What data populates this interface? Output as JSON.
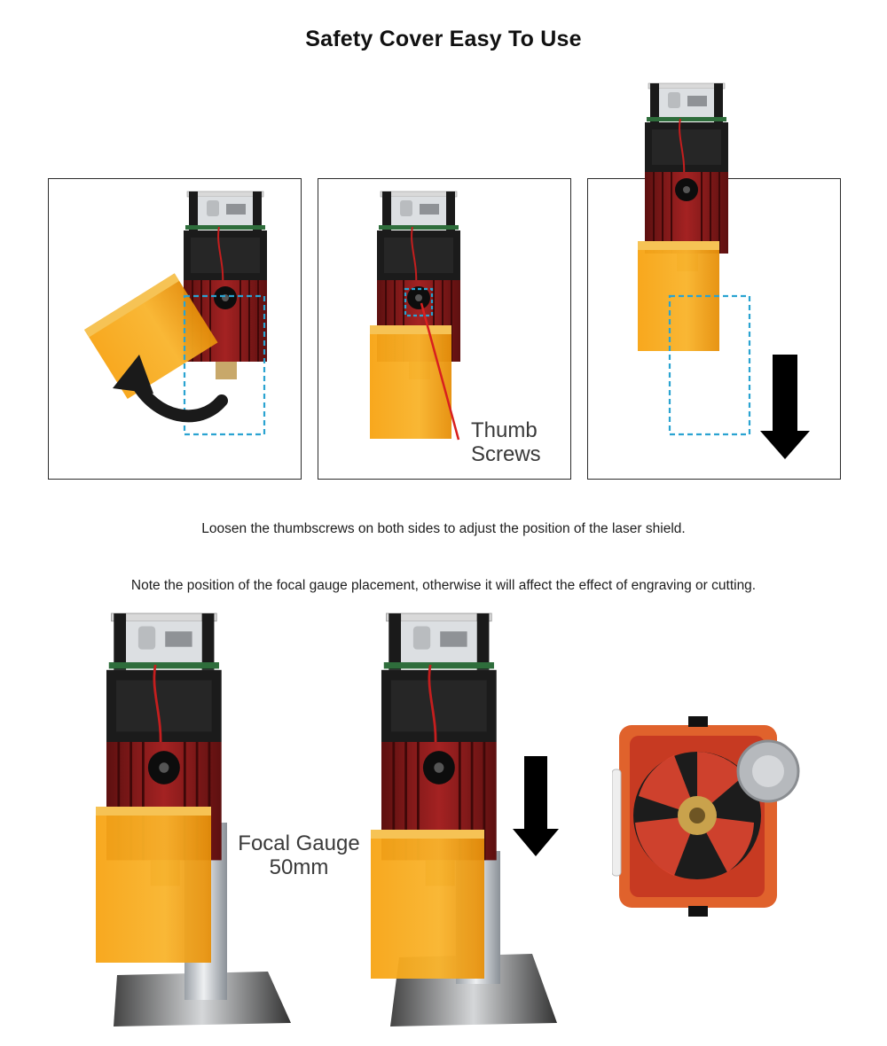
{
  "page": {
    "title": "Safety Cover Easy To Use",
    "caption_1": "Loosen the thumbscrews on both sides to adjust the position of the laser shield.",
    "caption_2": "Note the position of the focal gauge placement, otherwise it will affect the effect of engraving or cutting."
  },
  "panels": [
    {
      "name": "rotate-shield",
      "icons": [
        "curved-arrow-icon"
      ]
    },
    {
      "name": "thumb-screws",
      "label_line1": "Thumb",
      "label_line2": "Screws"
    },
    {
      "name": "lower-shield",
      "icons": [
        "down-arrow-icon"
      ]
    }
  ],
  "bottom": {
    "focal_line1": "Focal Gauge",
    "focal_line2": "50mm",
    "icons": [
      "down-arrow-icon"
    ]
  },
  "colors": {
    "shield": "#f5a313",
    "heatsink": "#8e1e1e",
    "fan": "#1b1b1b",
    "dashed": "#2aa3d1",
    "arrow": "#000000",
    "thumb_line": "#d81f1f"
  }
}
